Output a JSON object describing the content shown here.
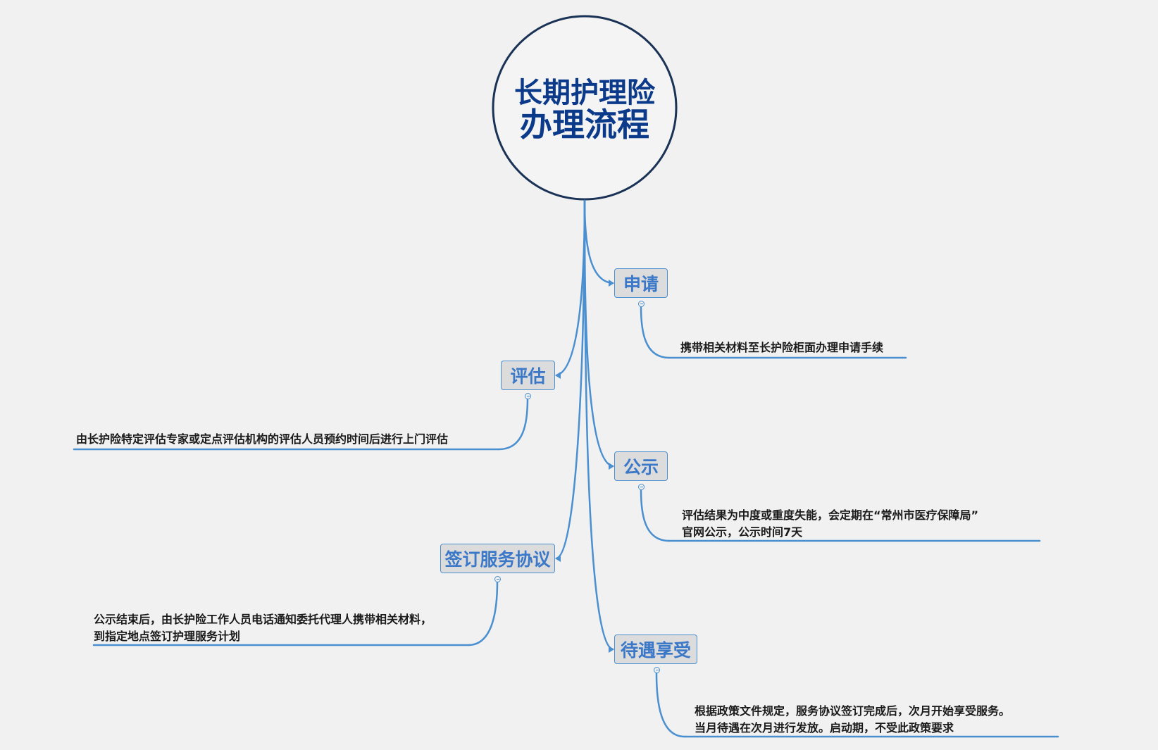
{
  "title": {
    "line1": "长期护理险",
    "line2": "办理流程"
  },
  "steps": [
    {
      "label": "申请",
      "note_lines": [
        "携带相关材料至长护险柜面办理申请手续"
      ]
    },
    {
      "label": "评估",
      "note_lines": [
        "由长护险特定评估专家或定点评估机构的评估人员预约时间后进行上门评估"
      ]
    },
    {
      "label": "公示",
      "note_lines": [
        "评估结果为中度或重度失能，会定期在“常州市医疗保障局”",
        "官网公示，公示时间7天"
      ]
    },
    {
      "label": "签订服务协议",
      "note_lines": [
        "公示结束后，由长护险工作人员电话通知委托代理人携带相关材料，",
        "到指定地点签订护理服务计划"
      ]
    },
    {
      "label": "待遇享受",
      "note_lines": [
        "根据政策文件规定，服务协议签订完成后，次月开始享受服务。",
        "当月待遇在次月进行发放。启动期，不受此政策要求"
      ]
    }
  ],
  "colors": {
    "title": "#0b3a8a",
    "branch": "#4a8fd0",
    "node_fill": "#dcdcdc",
    "node_text": "#3b78c8",
    "circle": "#1a3255"
  }
}
